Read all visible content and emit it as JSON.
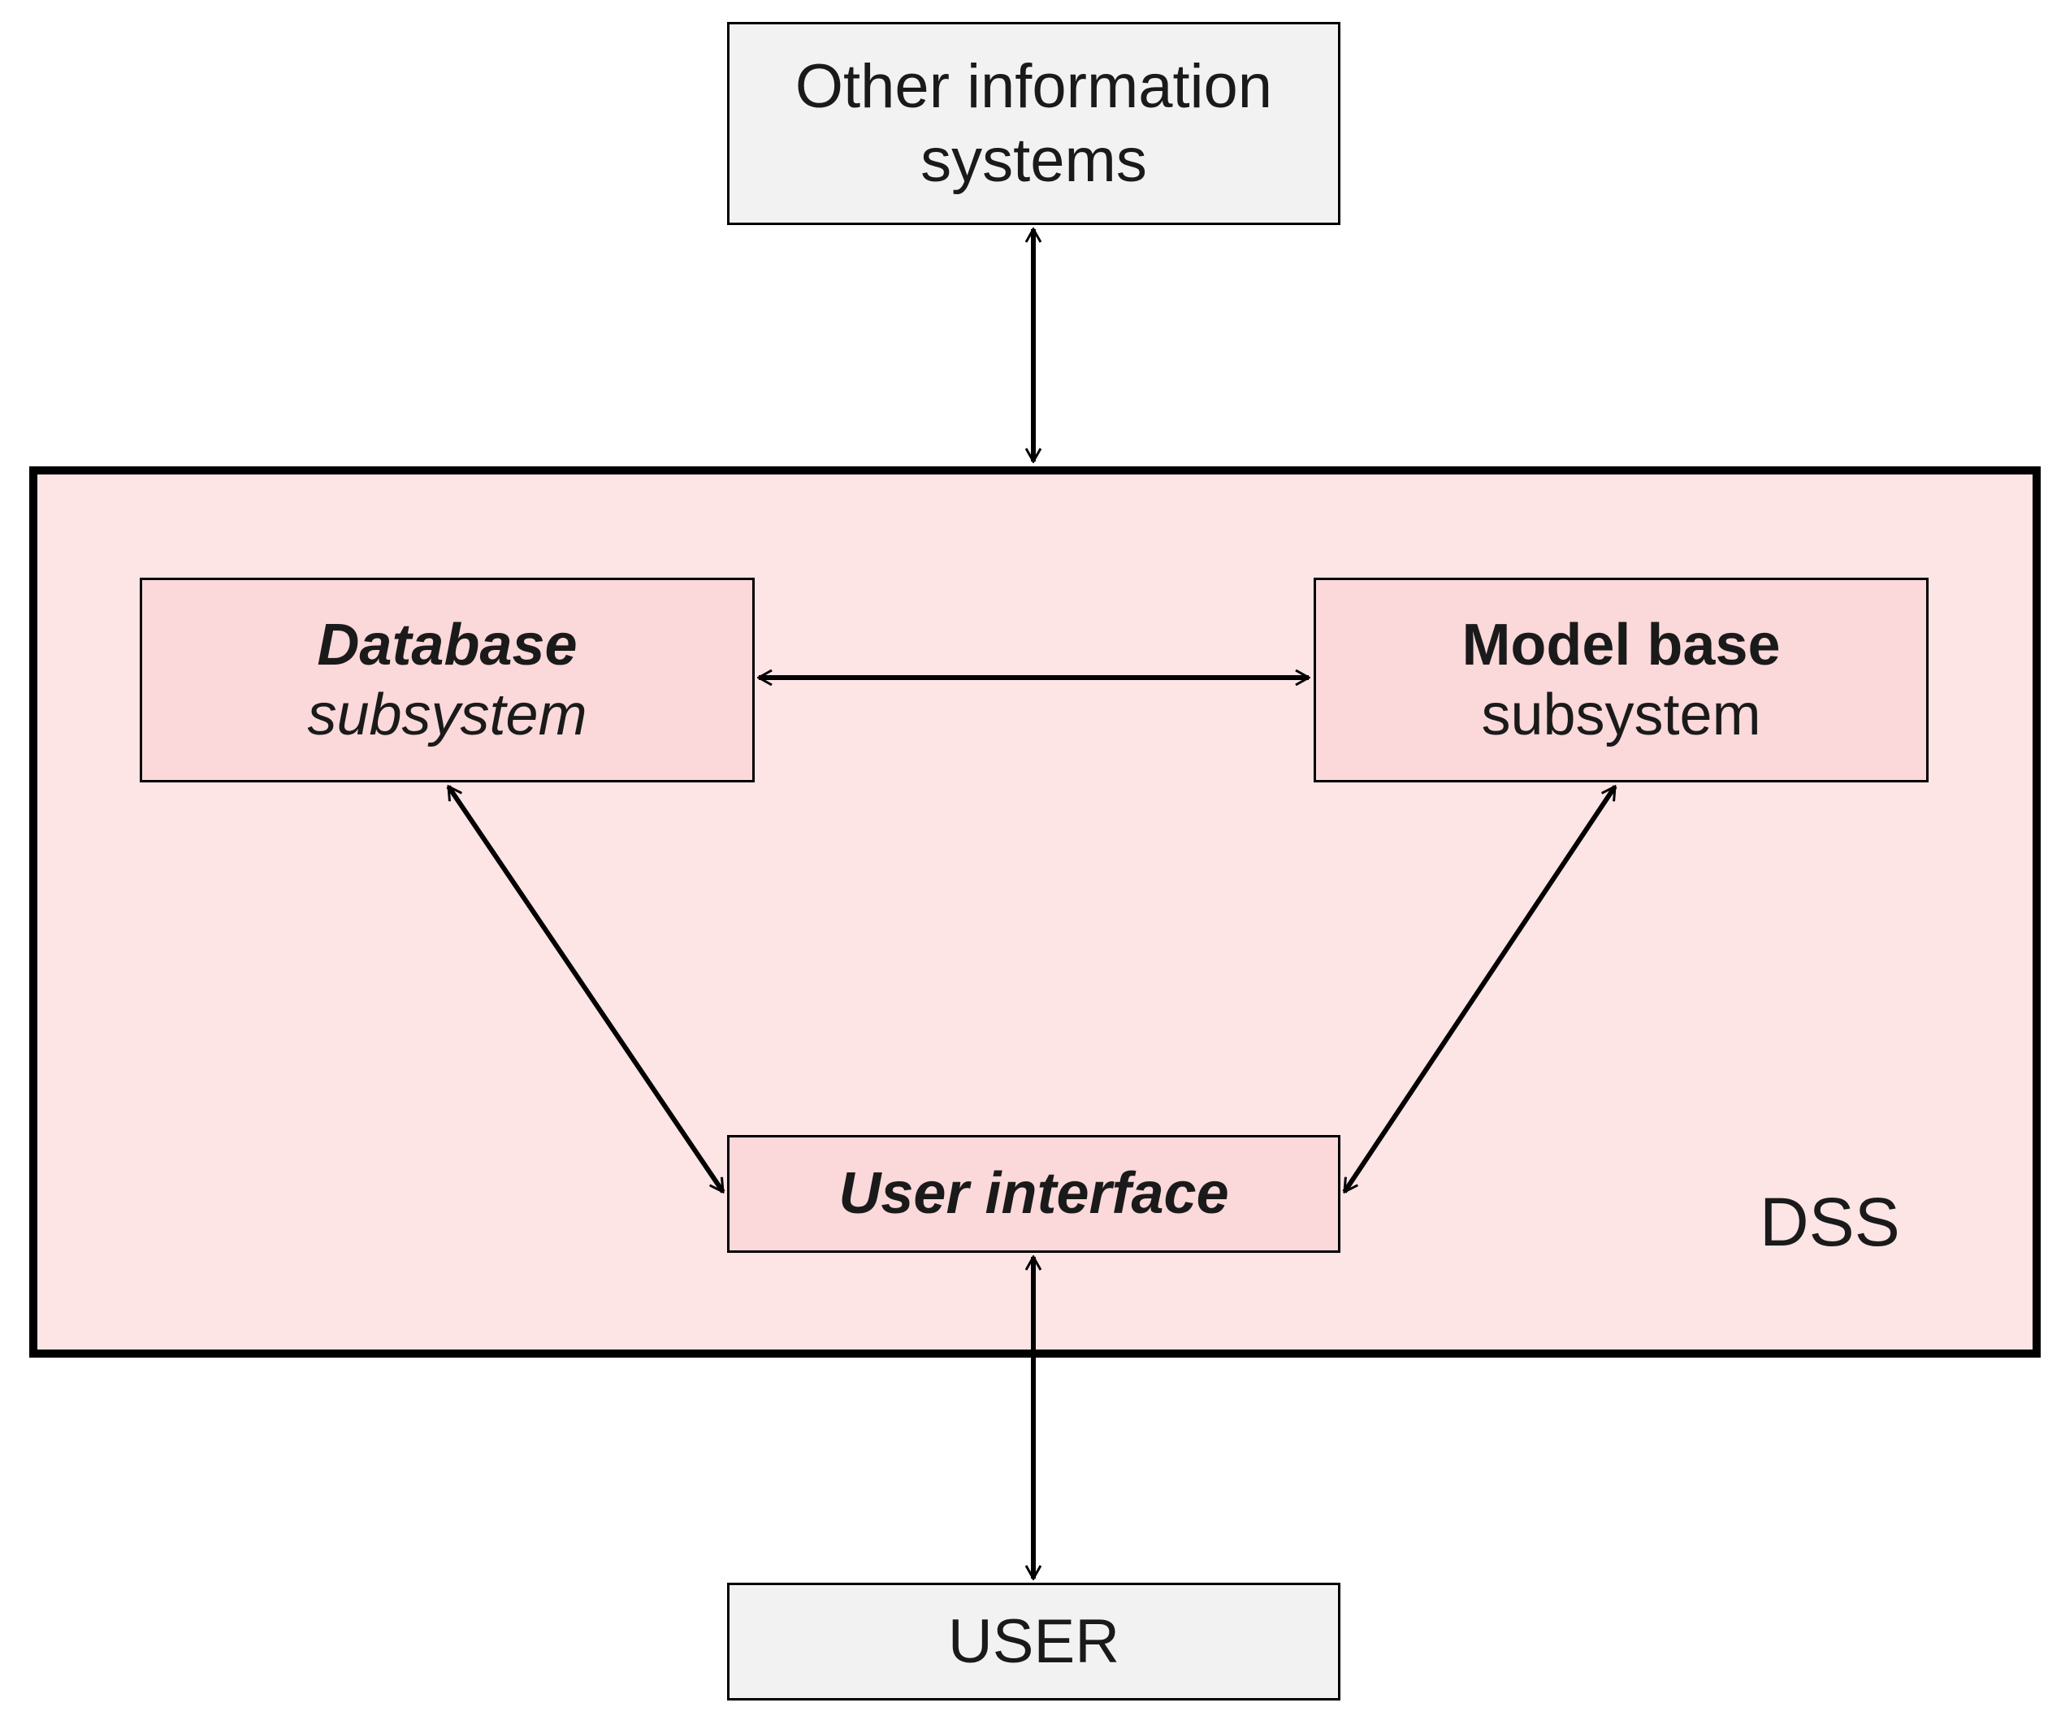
{
  "colors": {
    "outer_box_fill": "#f2f2f2",
    "dss_fill": "#fde4e5",
    "subsystem_fill": "#fbd8d9",
    "stroke": "#000000",
    "text": "#1a1a1a"
  },
  "nodes": {
    "other_systems": {
      "line1": "Other information",
      "line2": "systems"
    },
    "database": {
      "line1": "Database",
      "line2": "subsystem"
    },
    "model_base": {
      "line1": "Model base",
      "line2": "subsystem"
    },
    "user_interface": {
      "label": "User interface"
    },
    "user": {
      "label": "USER"
    }
  },
  "dss_label": "DSS",
  "connections": [
    {
      "from": "other_systems",
      "to": "dss",
      "direction": "bidirectional"
    },
    {
      "from": "database",
      "to": "model_base",
      "direction": "bidirectional"
    },
    {
      "from": "database",
      "to": "user_interface",
      "direction": "bidirectional"
    },
    {
      "from": "model_base",
      "to": "user_interface",
      "direction": "bidirectional"
    },
    {
      "from": "user_interface",
      "to": "user",
      "direction": "bidirectional"
    }
  ]
}
